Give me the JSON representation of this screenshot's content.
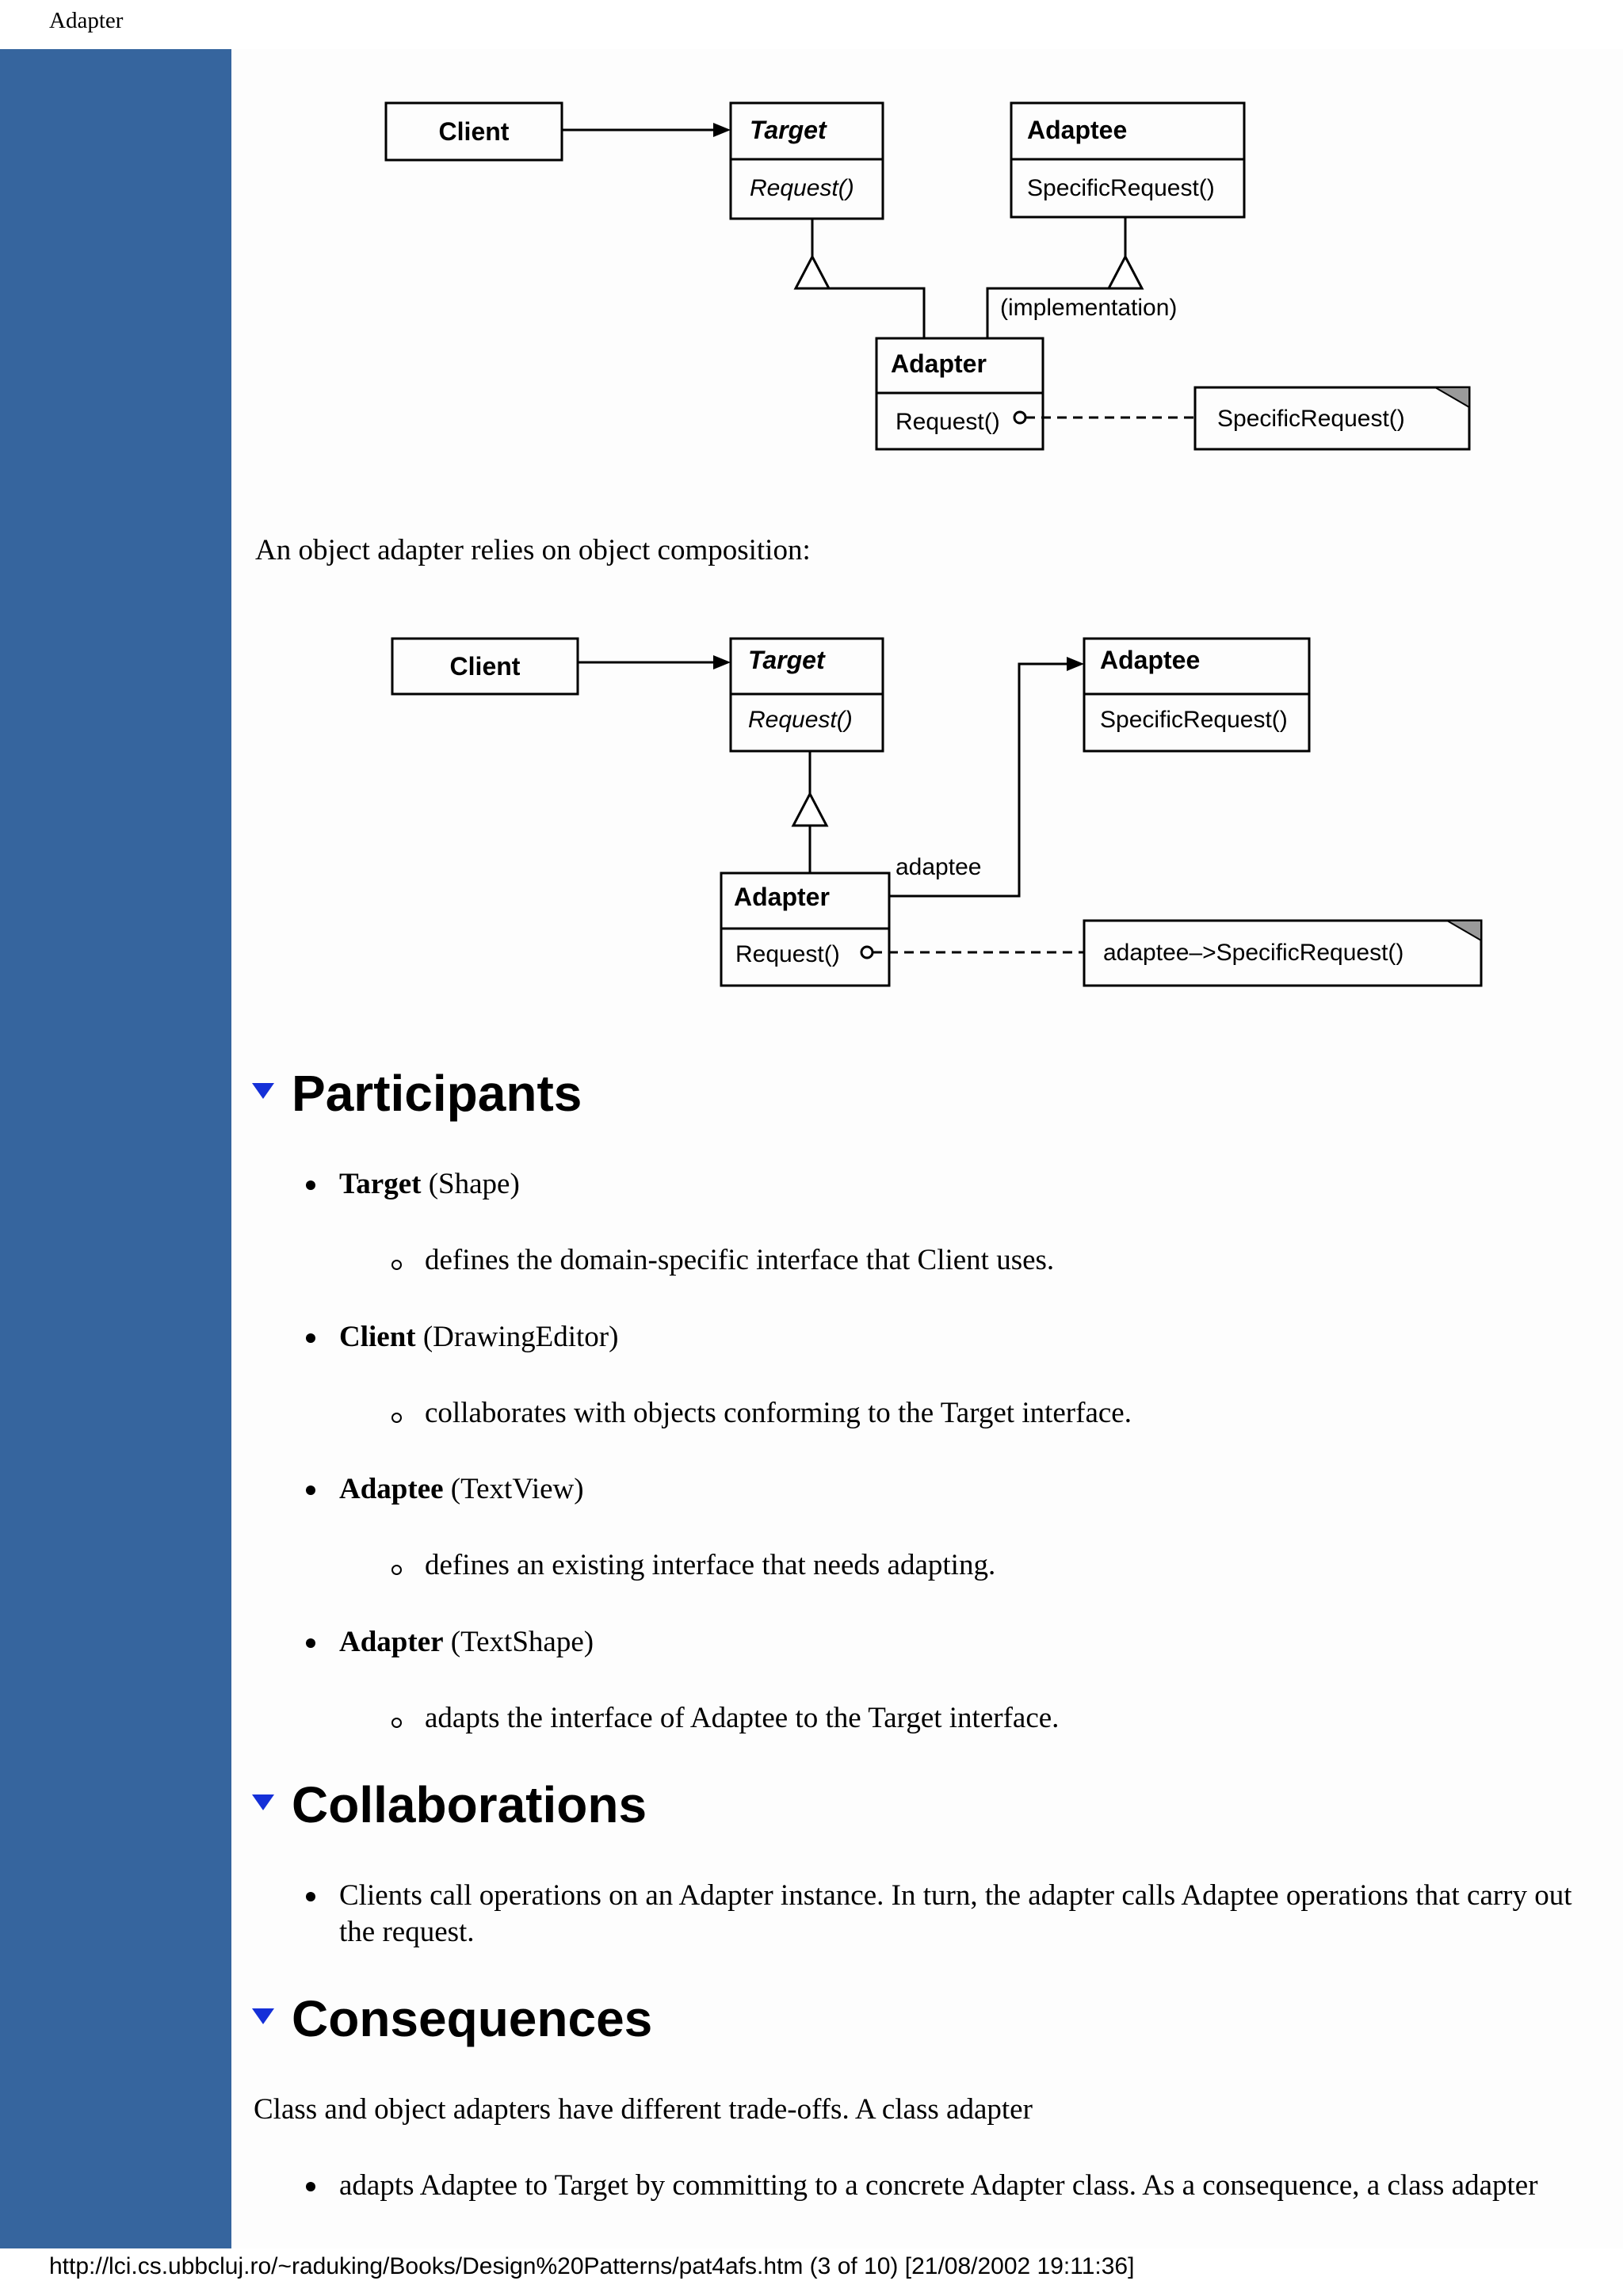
{
  "doc_title": "Adapter",
  "diagram_class": {
    "client": "Client",
    "target": "Target",
    "target_op": "Request()",
    "adaptee": "Adaptee",
    "adaptee_op": "SpecificRequest()",
    "implementation": "(implementation)",
    "adapter": "Adapter",
    "adapter_op": "Request()",
    "note": "SpecificRequest()"
  },
  "object_adapter_text": "An object adapter relies on object composition:",
  "diagram_object": {
    "client": "Client",
    "target": "Target",
    "target_op": "Request()",
    "adaptee": "Adaptee",
    "adaptee_op": "SpecificRequest()",
    "assoc_label": "adaptee",
    "adapter": "Adapter",
    "adapter_op": "Request()",
    "note": "adaptee–>SpecificRequest()"
  },
  "participants": {
    "heading": "Participants",
    "items": [
      {
        "name": "Target",
        "example": " (Shape)",
        "desc": "defines the domain-specific interface that Client uses."
      },
      {
        "name": "Client",
        "example": " (DrawingEditor)",
        "desc": "collaborates with objects conforming to the Target interface."
      },
      {
        "name": "Adaptee",
        "example": " (TextView)",
        "desc": "defines an existing interface that needs adapting."
      },
      {
        "name": "Adapter",
        "example": " (TextShape)",
        "desc": "adapts the interface of Adaptee to the Target interface."
      }
    ]
  },
  "collaborations": {
    "heading": "Collaborations",
    "items": [
      "Clients call operations on an Adapter instance. In turn, the adapter calls Adaptee operations that carry out the request."
    ]
  },
  "consequences": {
    "heading": "Consequences",
    "intro": "Class and object adapters have different trade-offs. A class adapter",
    "items": [
      "adapts Adaptee to Target by committing to a concrete Adapter class. As a consequence, a class adapter"
    ]
  },
  "footer": "http://lci.cs.ubbcluj.ro/~raduking/Books/Design%20Patterns/pat4afs.htm (3 of 10) [21/08/2002 19:11:36]"
}
